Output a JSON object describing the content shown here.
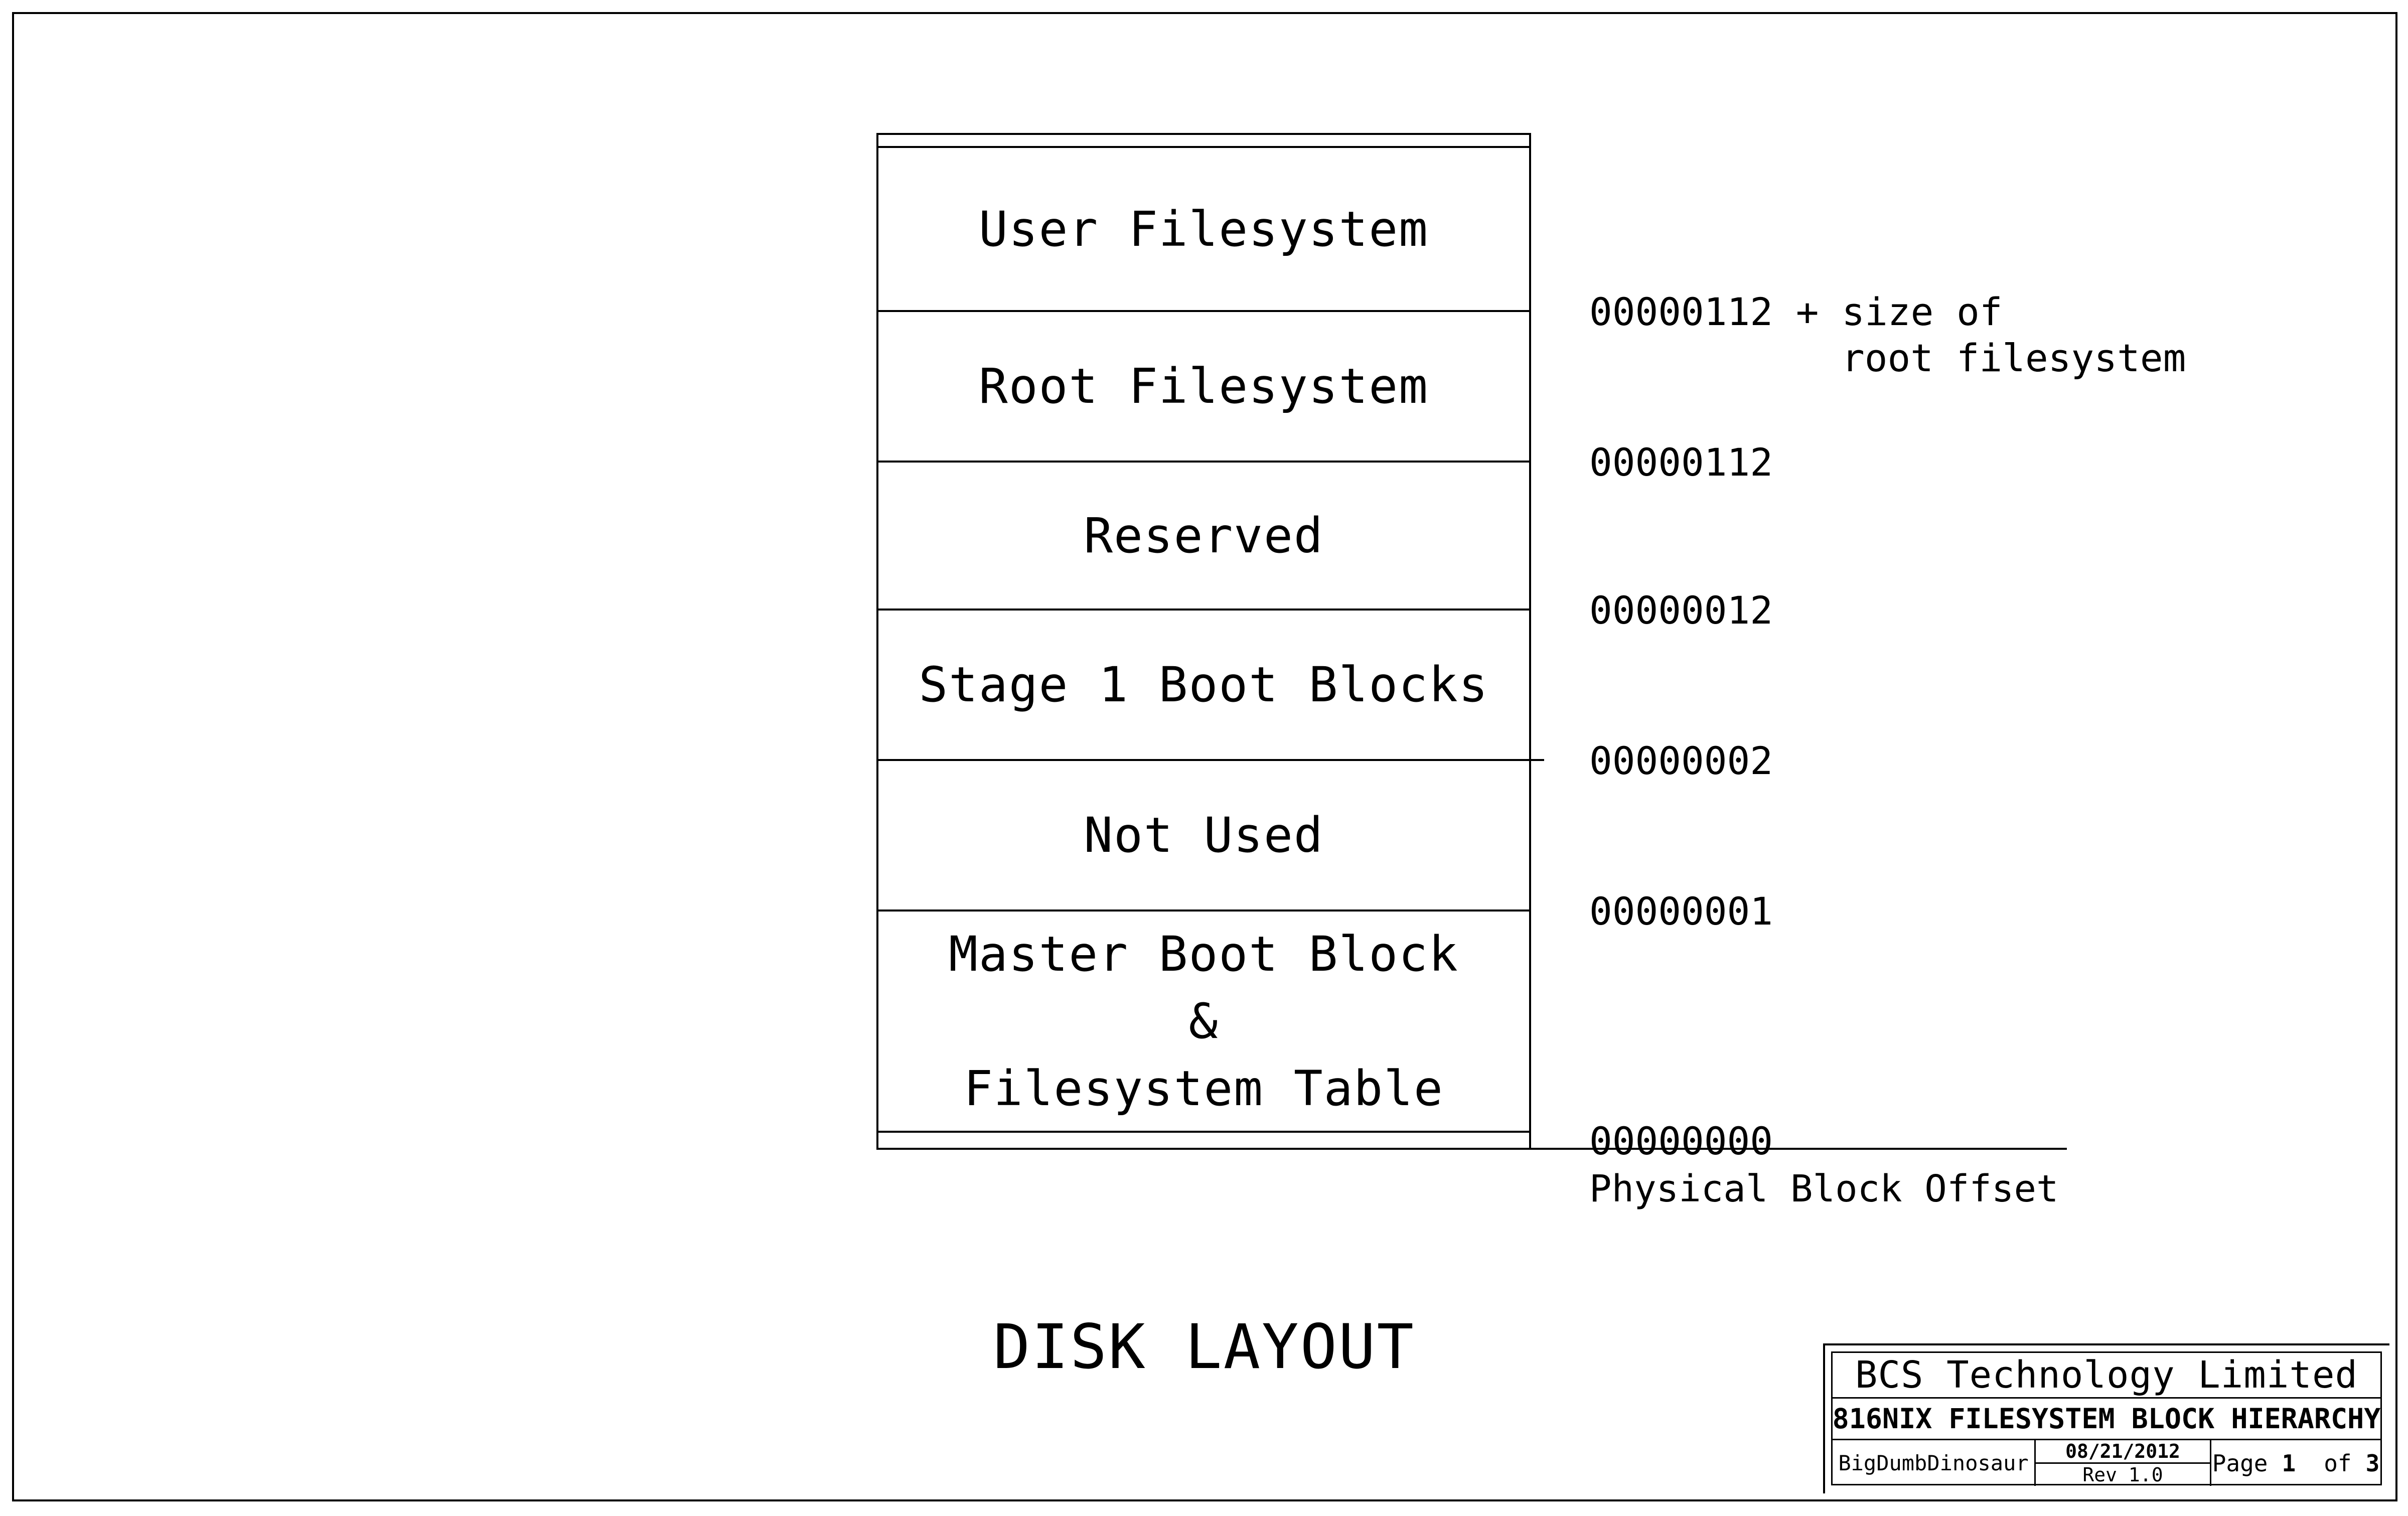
{
  "diagram": {
    "title": "DISK LAYOUT",
    "axis_label": "Physical Block Offset",
    "blocks": [
      {
        "lines": [
          "User Filesystem"
        ]
      },
      {
        "lines": [
          "Root Filesystem"
        ]
      },
      {
        "lines": [
          "Reserved"
        ]
      },
      {
        "lines": [
          "Stage 1 Boot Blocks"
        ]
      },
      {
        "lines": [
          "Not Used"
        ]
      },
      {
        "lines": [
          "Master Boot Block",
          "&",
          "Filesystem Table"
        ]
      }
    ],
    "offsets": [
      {
        "text": "00000112 + size of"
      },
      {
        "text": "root filesystem"
      },
      {
        "text": "00000112"
      },
      {
        "text": "00000012"
      },
      {
        "text": "00000002"
      },
      {
        "text": "00000001"
      },
      {
        "text": "00000000"
      }
    ]
  },
  "title_block": {
    "company": "BCS Technology Limited",
    "drawing_title": "816NIX FILESYSTEM BLOCK HIERARCHY",
    "author": "BigDumbDinosaur",
    "date": "08/21/2012",
    "revision": "Rev 1.0",
    "page_label": "Page",
    "page_number": "1",
    "of_label": "of",
    "page_total": "3"
  },
  "colors": {
    "ink": "#000000",
    "paper": "#ffffff"
  }
}
